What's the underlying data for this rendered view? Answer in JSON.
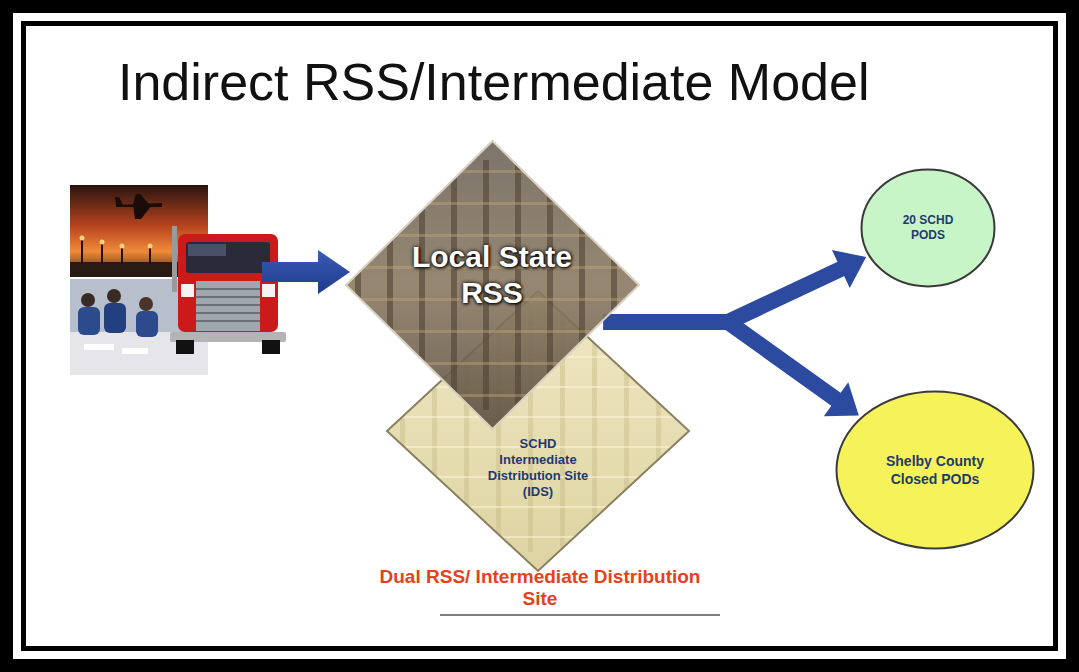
{
  "diagram": {
    "title": "Indirect RSS/Intermediate Model",
    "nodes": [
      {
        "text": [
          "Local State RSS"
        ]
      },
      {
        "text": [
          "SCHD Intermediate Distribution Site (IDS)"
        ]
      },
      {
        "text": [
          "20 SCHD PODS"
        ]
      },
      {
        "text": [
          "Shelby County Closed PODs"
        ]
      }
    ],
    "edges": [
      {
        "from": 0,
        "to": 2,
        "arrow": "to"
      },
      {
        "from": 0,
        "to": 3,
        "arrow": "to"
      }
    ],
    "labels": [
      "Dual RSS/ Intermediate Distribution Site"
    ]
  }
}
